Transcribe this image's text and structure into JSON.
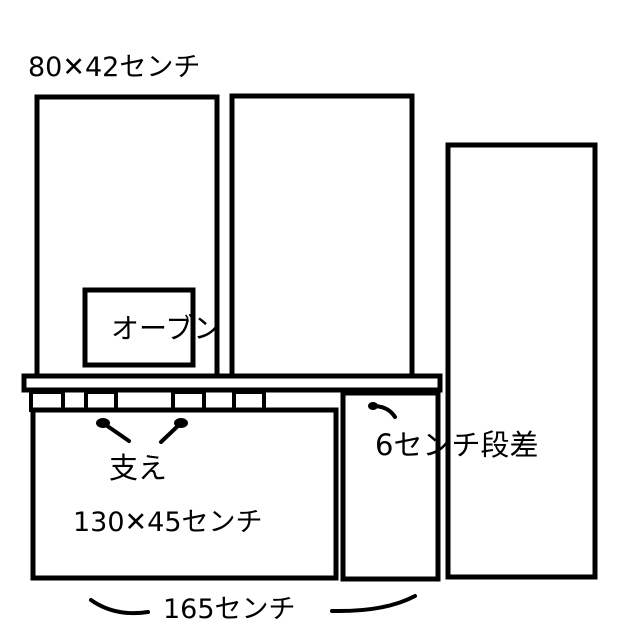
{
  "labels": {
    "top_size": "80✕42センチ",
    "oven": "オーブン",
    "support": "支え",
    "base_size": "130✕45センチ",
    "step": "6センチ段差",
    "width": "165センチ"
  },
  "colors": {
    "ink": "#000000",
    "paper": "#ffffff"
  }
}
